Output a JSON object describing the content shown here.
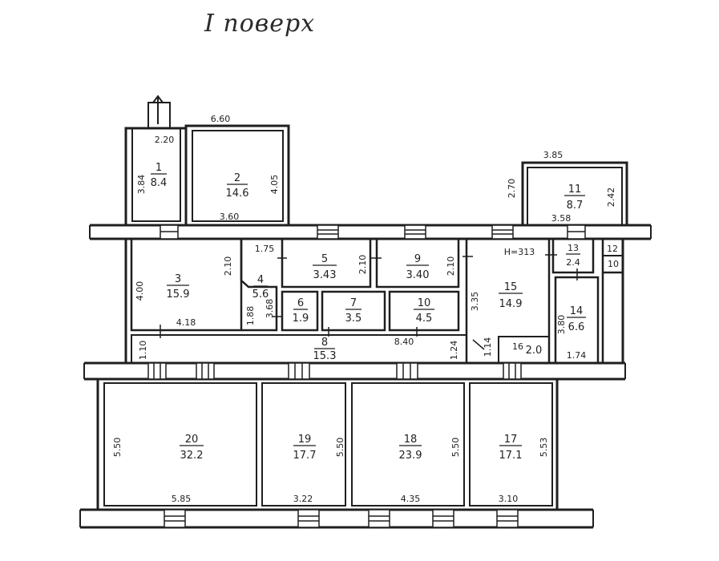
{
  "title": "I поверх",
  "rooms": [
    {
      "number": "1",
      "area": "8.4"
    },
    {
      "number": "2",
      "area": "14.6"
    },
    {
      "number": "3",
      "area": "15.9"
    },
    {
      "number": "4",
      "area": "5.6"
    },
    {
      "number": "5",
      "area": "3.43"
    },
    {
      "number": "6",
      "area": "1.9"
    },
    {
      "number": "7",
      "area": "3.5"
    },
    {
      "number": "8",
      "area": "15.3"
    },
    {
      "number": "9",
      "area": "3.40"
    },
    {
      "number": "10",
      "area": "4.5"
    },
    {
      "number": "11",
      "area": "8.7"
    },
    {
      "number": "12",
      "area": ""
    },
    {
      "number": "13",
      "area": "2.4"
    },
    {
      "number": "14",
      "area": "6.6"
    },
    {
      "number": "15",
      "area": "14.9"
    },
    {
      "number": "16",
      "area": "2.0"
    },
    {
      "number": "17",
      "area": "17.1"
    },
    {
      "number": "18",
      "area": "23.9"
    },
    {
      "number": "19",
      "area": "17.7"
    },
    {
      "number": "20",
      "area": "32.2"
    }
  ],
  "dimensions": {
    "d_6_60": "6.60",
    "d_2_20": "2.20",
    "d_3_84": "3.84",
    "d_4_05": "4.05",
    "d_3_60": "3.60",
    "d_1_75": "1.75",
    "d_2_10a": "2.10",
    "d_2_10b": "2.10",
    "d_2_10c": "2.10",
    "d_4_00": "4.00",
    "d_4_18": "4.18",
    "d_1_88": "1.88",
    "d_3_68": "3.68",
    "d_3_85": "3.85",
    "d_2_70": "2.70",
    "d_2_42": "2.42",
    "d_3_58": "3.58",
    "d_h_313": "Н=313",
    "d_10": "10",
    "d_3_35": "3.35",
    "d_3_80": "3.80",
    "d_1_10": "1.10",
    "d_8_40": "8.40",
    "d_1_24": "1.24",
    "d_1_14": "1.14",
    "d_1_74": "1.74",
    "d_5_50a": "5.50",
    "d_5_50b": "5.50",
    "d_5_50c": "5.50",
    "d_5_53": "5.53",
    "d_5_85": "5.85",
    "d_3_22": "3.22",
    "d_4_35": "4.35",
    "d_3_10": "3.10"
  }
}
